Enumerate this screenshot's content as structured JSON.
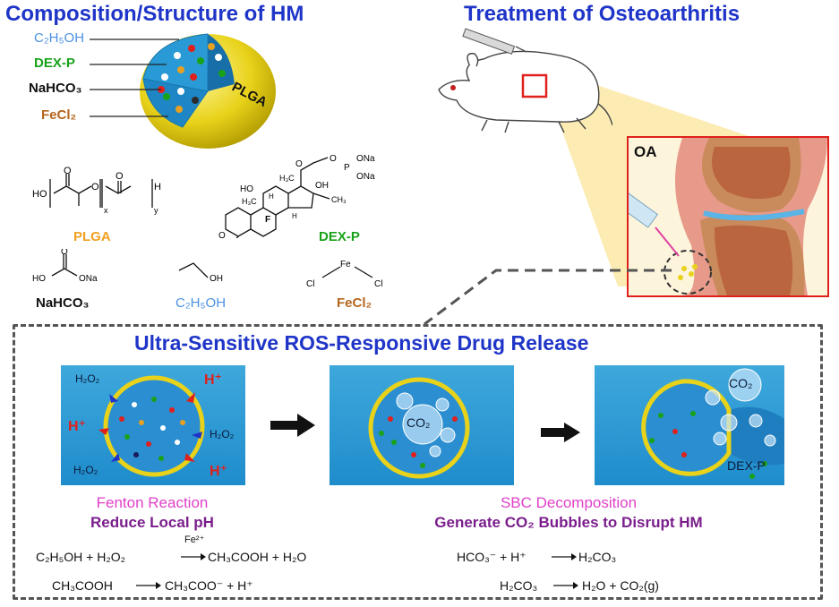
{
  "headings": {
    "composition": "Composition/Structure of HM",
    "treatment": "Treatment of  Osteoarthritis",
    "release": "Ultra-Sensitive ROS-Responsive Drug Release"
  },
  "sphere": {
    "shell_label": "PLGA",
    "components": [
      {
        "name": "C₂H₅OH",
        "color": "#4a90e2"
      },
      {
        "name": "DEX-P",
        "color": "#19a219"
      },
      {
        "name": "NaHCO₃",
        "color": "#111111"
      },
      {
        "name": "FeCl₂",
        "color": "#b5651d"
      }
    ]
  },
  "structures": {
    "plga": {
      "label": "PLGA",
      "atoms": [
        "HO",
        "O",
        "O",
        "O",
        "H",
        "x",
        "y"
      ]
    },
    "dexp": {
      "label": "DEX-P",
      "atoms": [
        "ONa",
        "O",
        "P",
        "ONa",
        "O",
        "H₃C",
        "OH",
        "HO",
        "H₃C",
        "CH₃",
        "F",
        "O",
        "H",
        "H"
      ]
    },
    "nahco3": {
      "label": "NaHCO₃",
      "atoms": [
        "O",
        "HO",
        "ONa"
      ]
    },
    "c2h5oh": {
      "label": "C₂H₅OH",
      "atoms": [
        "OH"
      ]
    },
    "fecl2": {
      "label": "FeCl₂",
      "atoms": [
        "Fe",
        "Cl",
        "Cl"
      ]
    }
  },
  "treatment": {
    "joint_label": "OA"
  },
  "stage1": {
    "labels": [
      "H₂O₂",
      "H⁺",
      "H⁺",
      "H₂O₂",
      "H₂O₂",
      "H⁺"
    ],
    "caption_title": "Fenton Reaction",
    "caption_sub": "Reduce  Local  pH"
  },
  "stage2": {
    "bubble_label": "CO₂",
    "caption_title": "SBC Decomposition",
    "caption_sub": "Generate CO₂ Bubbles to Disrupt HM"
  },
  "stage3": {
    "bubble_label": "CO₂",
    "release_label": "DEX-P"
  },
  "equations": {
    "fenton_1_left": "C₂H₅OH + H₂O₂",
    "fenton_1_catalyst": "Fe²⁺",
    "fenton_1_right": "CH₃COOH + H₂O",
    "fenton_2_left": "CH₃COOH",
    "fenton_2_right": "CH₃COO⁻ + H⁺",
    "sbc_1_left": "HCO₃⁻ + H⁺",
    "sbc_1_right": "H₂CO₃",
    "sbc_2_left": "H₂CO₃",
    "sbc_2_right": "H₂O + CO₂(g)"
  },
  "colors": {
    "heading": "#1f35c8",
    "caption_title": "#e040c8",
    "caption_sub": "#7a1e8c",
    "plga_label": "#f0a020",
    "dexp_label": "#19a219",
    "c2h5oh_label": "#4a90e2",
    "fecl2_label": "#b5651d",
    "shell": "#e8d21a",
    "medium": "#2a9ad6",
    "red_label": "#e0201c",
    "navy_label": "#0c1a3a"
  }
}
